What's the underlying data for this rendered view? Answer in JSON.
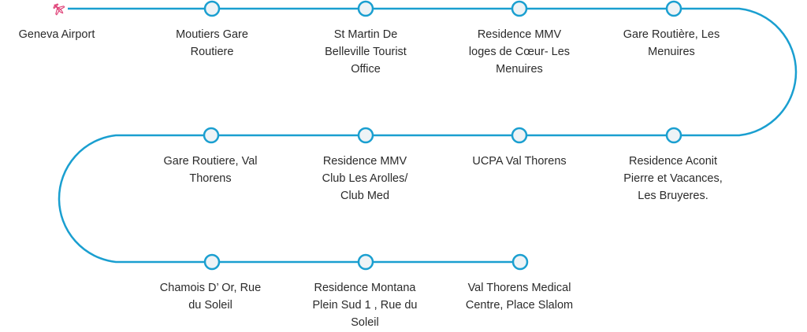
{
  "route": {
    "line_color": "#1a9fd0",
    "node_fill": "#eef3f6",
    "start_icon_color": "#e0457a",
    "start_icon": "airplane-icon",
    "stops": [
      "Geneva Airport",
      "Moutiers Gare\nRoutiere",
      "St Martin De\nBelleville Tourist\nOffice",
      "Residence MMV\nloges de Cœur- Les\nMenuires",
      "Gare Routière, Les\nMenuires",
      "Residence Aconit\nPierre et Vacances,\nLes Bruyeres.",
      "UCPA Val Thorens",
      "Residence MMV\nClub Les Arolles/\nClub Med",
      "Gare Routiere, Val\nThorens",
      "Chamois D’ Or, Rue\ndu Soleil",
      "Residence Montana\nPlein Sud 1 , Rue du\nSoleil",
      "Val Thorens Medical\nCentre, Place Slalom"
    ]
  }
}
